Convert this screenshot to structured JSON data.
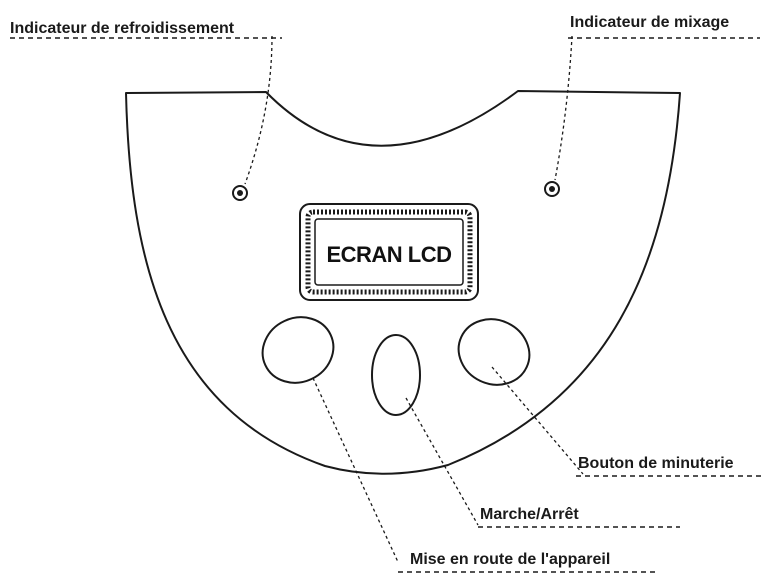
{
  "callouts": {
    "cooling_indicator": "Indicateur de refroidissement",
    "mixing_indicator": "Indicateur de mixage",
    "timer_button": "Bouton de minuterie",
    "start_stop": "Marche/Arrêt",
    "power_on": "Mise en route de l'appareil"
  },
  "lcd": {
    "label": "ECRAN LCD"
  },
  "colors": {
    "ink": "#1a1a1a",
    "background": "#ffffff"
  }
}
